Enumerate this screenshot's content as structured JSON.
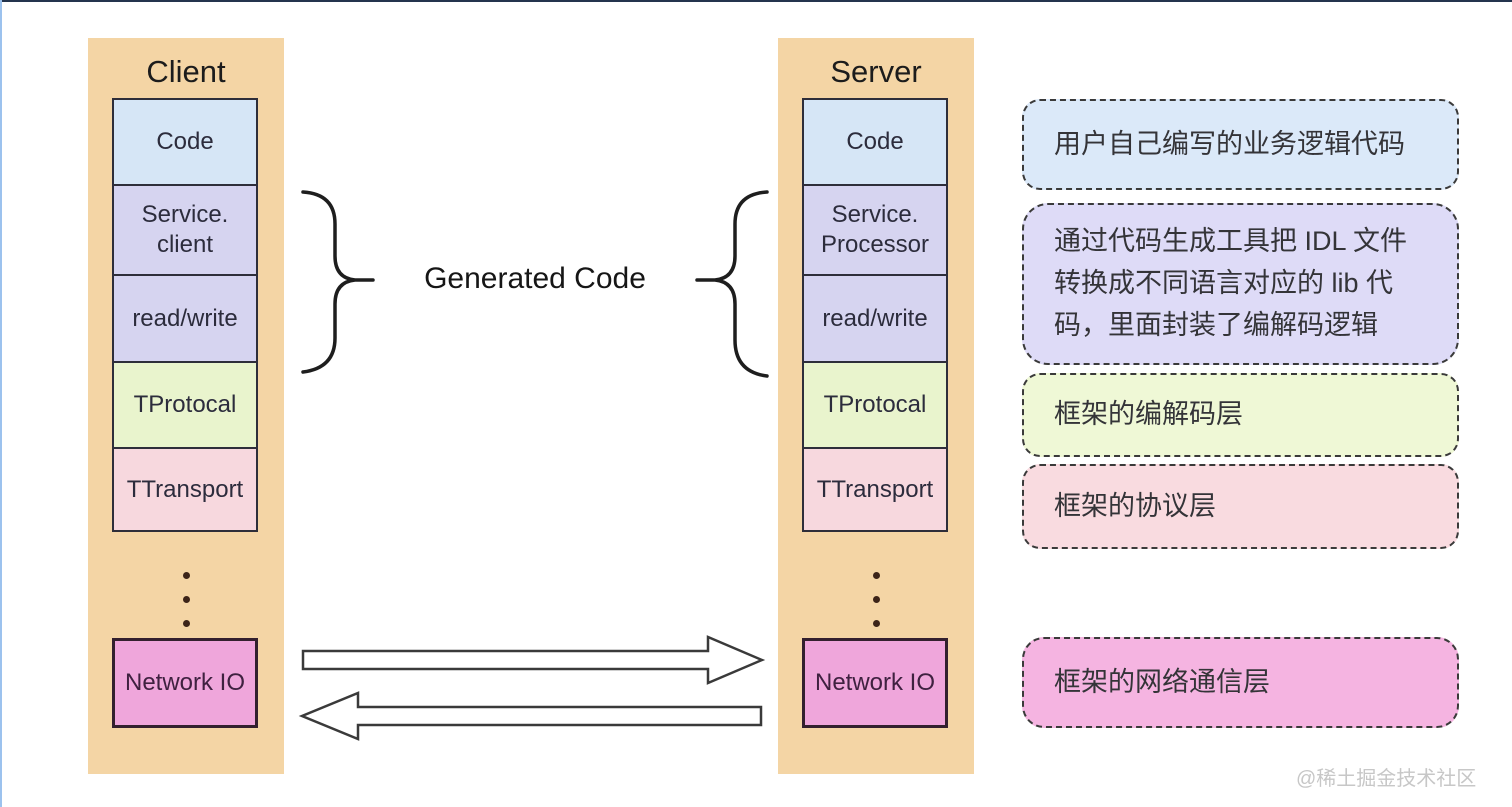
{
  "page": {
    "watermark": "@稀土掘金技术社区"
  },
  "colors": {
    "panel_bg": "#f4d5a5",
    "code_bg": "#d6e6f6",
    "generated_bg": "#d6d4f0",
    "protocol_bg": "#e9f4cd",
    "transport_bg": "#f7d8de",
    "network_bg": "#efa6db",
    "ann_blue": "#dbe9f9",
    "ann_purple": "#dedbf7",
    "ann_green": "#eff8d6",
    "ann_pink": "#f9dbe0",
    "ann_magenta": "#f5b4e1",
    "box_border": "#2e2e3a",
    "dash_border": "#3a3a3a"
  },
  "client": {
    "title": "Client",
    "rows": [
      {
        "label": "Code"
      },
      {
        "label": "Service.\nclient"
      },
      {
        "label": "read/write"
      },
      {
        "label": "TProtocal"
      },
      {
        "label": "TTransport"
      }
    ],
    "network_label": "Network IO"
  },
  "server": {
    "title": "Server",
    "rows": [
      {
        "label": "Code"
      },
      {
        "label": "Service.\nProcessor"
      },
      {
        "label": "read/write"
      },
      {
        "label": "TProtocal"
      },
      {
        "label": "TTransport"
      }
    ],
    "network_label": "Network IO"
  },
  "center": {
    "generated_code_label": "Generated Code"
  },
  "annotations": [
    {
      "text": "用户自己编写的业务逻辑代码"
    },
    {
      "text": "通过代码生成工具把 IDL 文件转换成不同语言对应的 lib 代码，里面封装了编解码逻辑"
    },
    {
      "text": "框架的编解码层"
    },
    {
      "text": "框架的协议层"
    },
    {
      "text": "框架的网络通信层"
    }
  ]
}
